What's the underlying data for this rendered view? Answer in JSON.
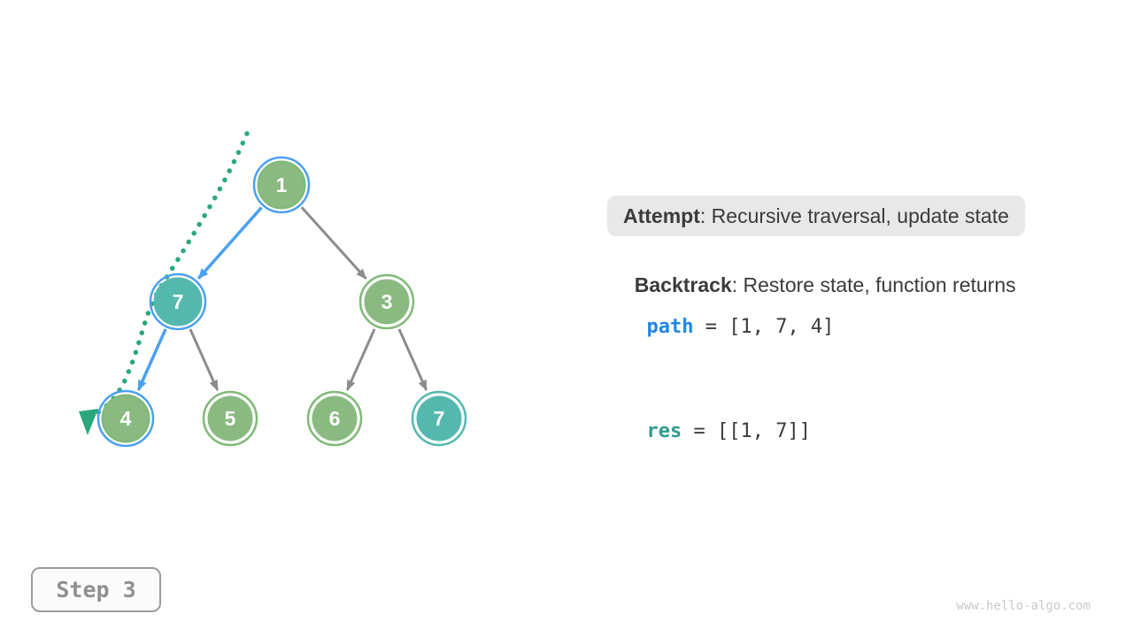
{
  "palette": {
    "node_green": "#8aba81",
    "ring_green": "#7fb977",
    "node_teal": "#54b8ae",
    "ring_blue": "#4aa0f2",
    "edge_blue": "#4aa0f2",
    "edge_gray": "#8c8c8c",
    "trail_green": "#29a87e",
    "text_dark": "#3b3b3b",
    "code_blue": "#1d87e8",
    "code_teal": "#2f9c8a",
    "box_bg": "#e8e8e8",
    "step_border": "#9c9c9c",
    "step_text": "#8f8f8f",
    "watermark_gray": "#c9c9c9"
  },
  "tree": {
    "nodes": [
      {
        "label": "1",
        "fill": "green",
        "ring": "blue",
        "state": "on-path"
      },
      {
        "label": "7",
        "fill": "teal",
        "ring": "blue",
        "state": "on-path"
      },
      {
        "label": "3",
        "fill": "green",
        "ring": "green",
        "state": "normal"
      },
      {
        "label": "4",
        "fill": "green",
        "ring": "blue",
        "state": "current"
      },
      {
        "label": "5",
        "fill": "green",
        "ring": "green",
        "state": "normal"
      },
      {
        "label": "6",
        "fill": "green",
        "ring": "green",
        "state": "normal"
      },
      {
        "label": "7",
        "fill": "teal",
        "ring": "teal",
        "state": "in-result"
      }
    ],
    "edges": [
      {
        "from": "1",
        "to": "7",
        "highlighted": true
      },
      {
        "from": "1",
        "to": "3",
        "highlighted": false
      },
      {
        "from": "7",
        "to": "4",
        "highlighted": true
      },
      {
        "from": "7",
        "to": "5",
        "highlighted": false
      },
      {
        "from": "3",
        "to": "6",
        "highlighted": false
      },
      {
        "from": "3",
        "to": "7",
        "highlighted": false
      }
    ],
    "trail": "dotted green traversal trail from above root down to node 4, ending in arrowhead"
  },
  "panel": {
    "attempt_label": "Attempt",
    "attempt_text": ": Recursive traversal, update state",
    "backtrack_label": "Backtrack",
    "backtrack_text": ": Restore state, function returns",
    "path_var": "path",
    "path_value": " = [1, 7, 4]",
    "res_var": "res",
    "res_value": " = [[1, 7]]"
  },
  "step_badge": {
    "label": "Step 3"
  },
  "watermark": {
    "text": "www.hello-algo.com"
  }
}
